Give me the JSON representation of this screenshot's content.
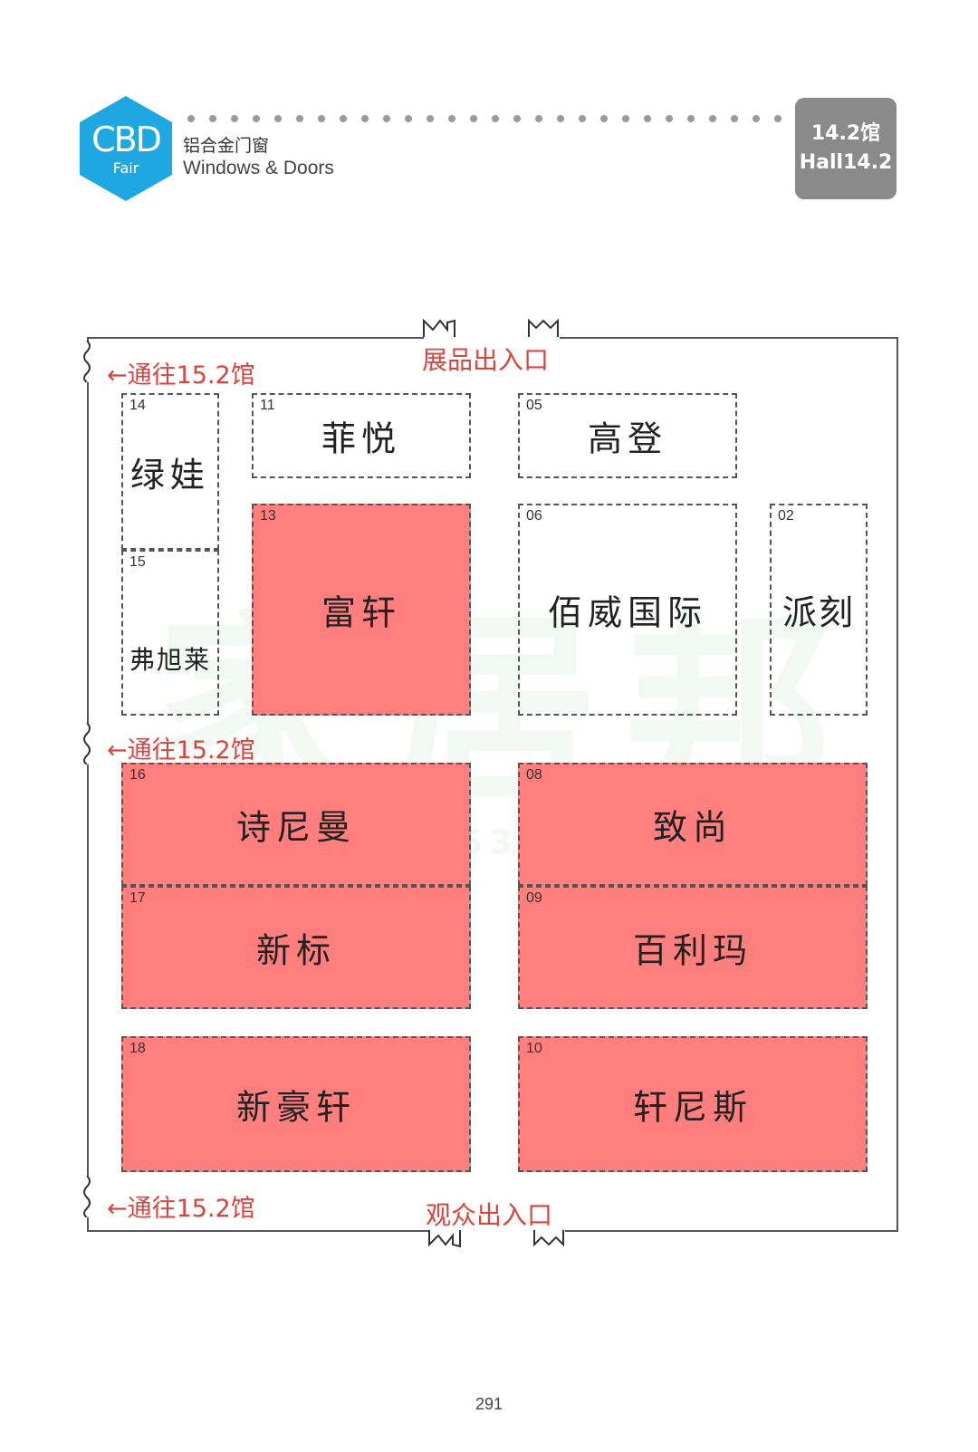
{
  "header": {
    "logo_main": "CBD",
    "logo_sub": "Fair",
    "category_cn": "铝合金门窗",
    "category_en": "Windows & Doors",
    "hall_cn": "14.2馆",
    "hall_en": "Hall14.2"
  },
  "colors": {
    "accent": "#1ea7e1",
    "booth_highlight": "#ff7f7f",
    "label_red": "#d9443f",
    "badge": "#8a8a8a"
  },
  "floorplan": {
    "entrance_top": "展品出入口",
    "entrance_bottom": "观众出入口",
    "passage_labels": [
      "←通往15.2馆",
      "←通往15.2馆",
      "←通往15.2馆"
    ],
    "booths": [
      {
        "id": "14",
        "name": "绿娃",
        "highlighted": false
      },
      {
        "id": "11",
        "name": "菲悦",
        "highlighted": false
      },
      {
        "id": "05",
        "name": "高登",
        "highlighted": false
      },
      {
        "id": "15",
        "name": "弗旭莱",
        "highlighted": false
      },
      {
        "id": "13",
        "name": "富轩",
        "highlighted": true
      },
      {
        "id": "06",
        "name": "佰威国际",
        "highlighted": false
      },
      {
        "id": "02",
        "name": "派刻",
        "highlighted": false
      },
      {
        "id": "16",
        "name": "诗尼曼",
        "highlighted": true
      },
      {
        "id": "08",
        "name": "致尚",
        "highlighted": true
      },
      {
        "id": "17",
        "name": "新标",
        "highlighted": true
      },
      {
        "id": "09",
        "name": "百利玛",
        "highlighted": true
      },
      {
        "id": "18",
        "name": "新豪轩",
        "highlighted": true
      },
      {
        "id": "10",
        "name": "轩尼斯",
        "highlighted": true
      }
    ]
  },
  "watermark": {
    "text": "家居邦",
    "sub": "JIAJU63.COM"
  },
  "page_number": "291"
}
